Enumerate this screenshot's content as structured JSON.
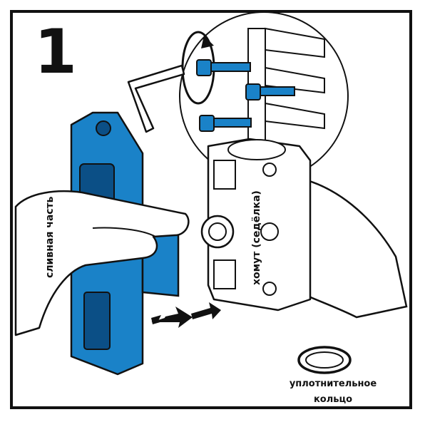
{
  "step": {
    "number": "1"
  },
  "labels": {
    "drain_part": "сливная часть",
    "clamp": "хомут (седёлка)",
    "ring_line1": "уплотнительное",
    "ring_line2": "кольцо"
  },
  "colors": {
    "drain_part": "#1a82c8",
    "drain_part_dark": "#0b4f86",
    "outline": "#111111",
    "clamp": "#ffffff"
  },
  "icons": [
    "hex-key-icon",
    "rotation-arrow-icon",
    "screw-icon",
    "direction-arrow-icon",
    "o-ring-icon"
  ]
}
